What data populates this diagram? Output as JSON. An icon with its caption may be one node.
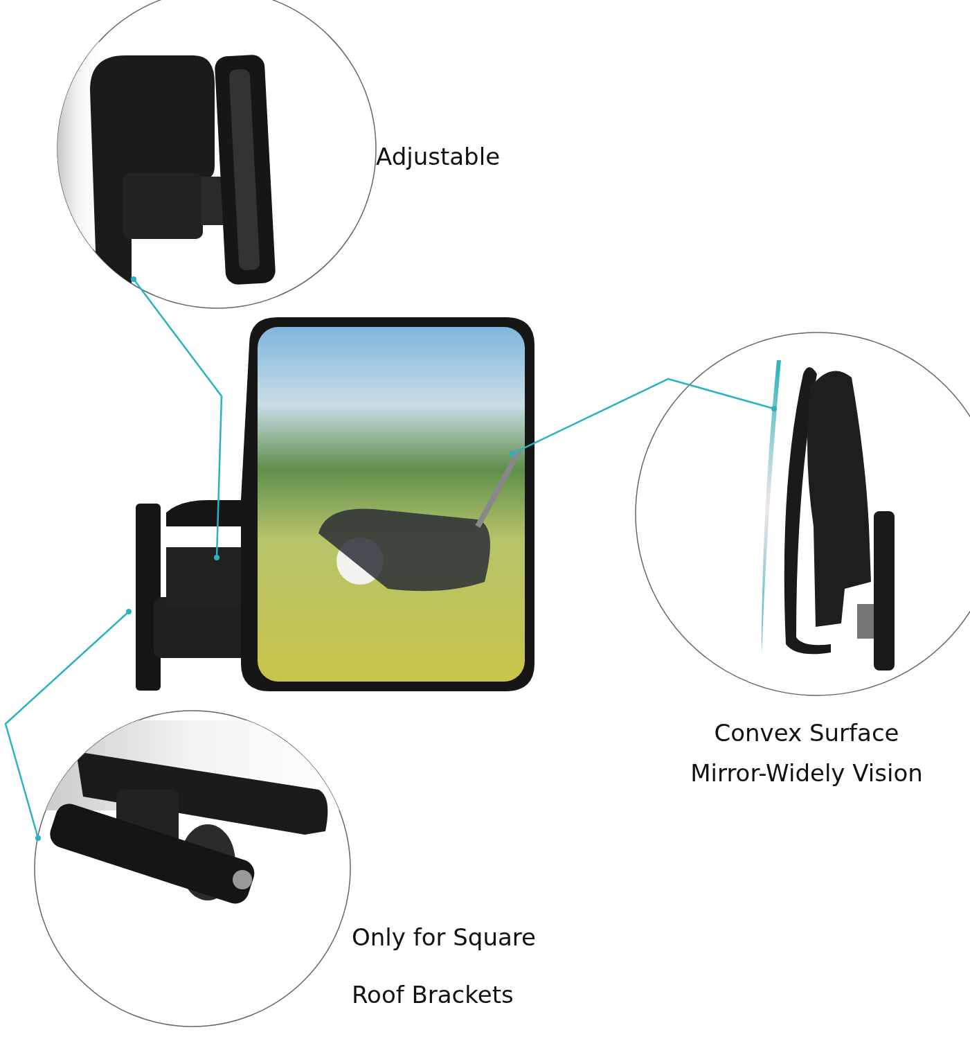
{
  "diagram": {
    "nodes": [
      {
        "text": [
          "Adjustable"
        ]
      },
      {
        "text": [],
        "shape": "picture"
      },
      {
        "text": [
          "Convex Surface Mirror-Widely Vision"
        ]
      },
      {
        "text": [
          "Only for Square Roof Brackets"
        ]
      }
    ],
    "edges": [
      {
        "from": 0,
        "to": 1,
        "arrow": "other"
      },
      {
        "from": 1,
        "to": 2,
        "arrow": "other"
      },
      {
        "from": 1,
        "to": 3,
        "arrow": "other"
      }
    ]
  }
}
